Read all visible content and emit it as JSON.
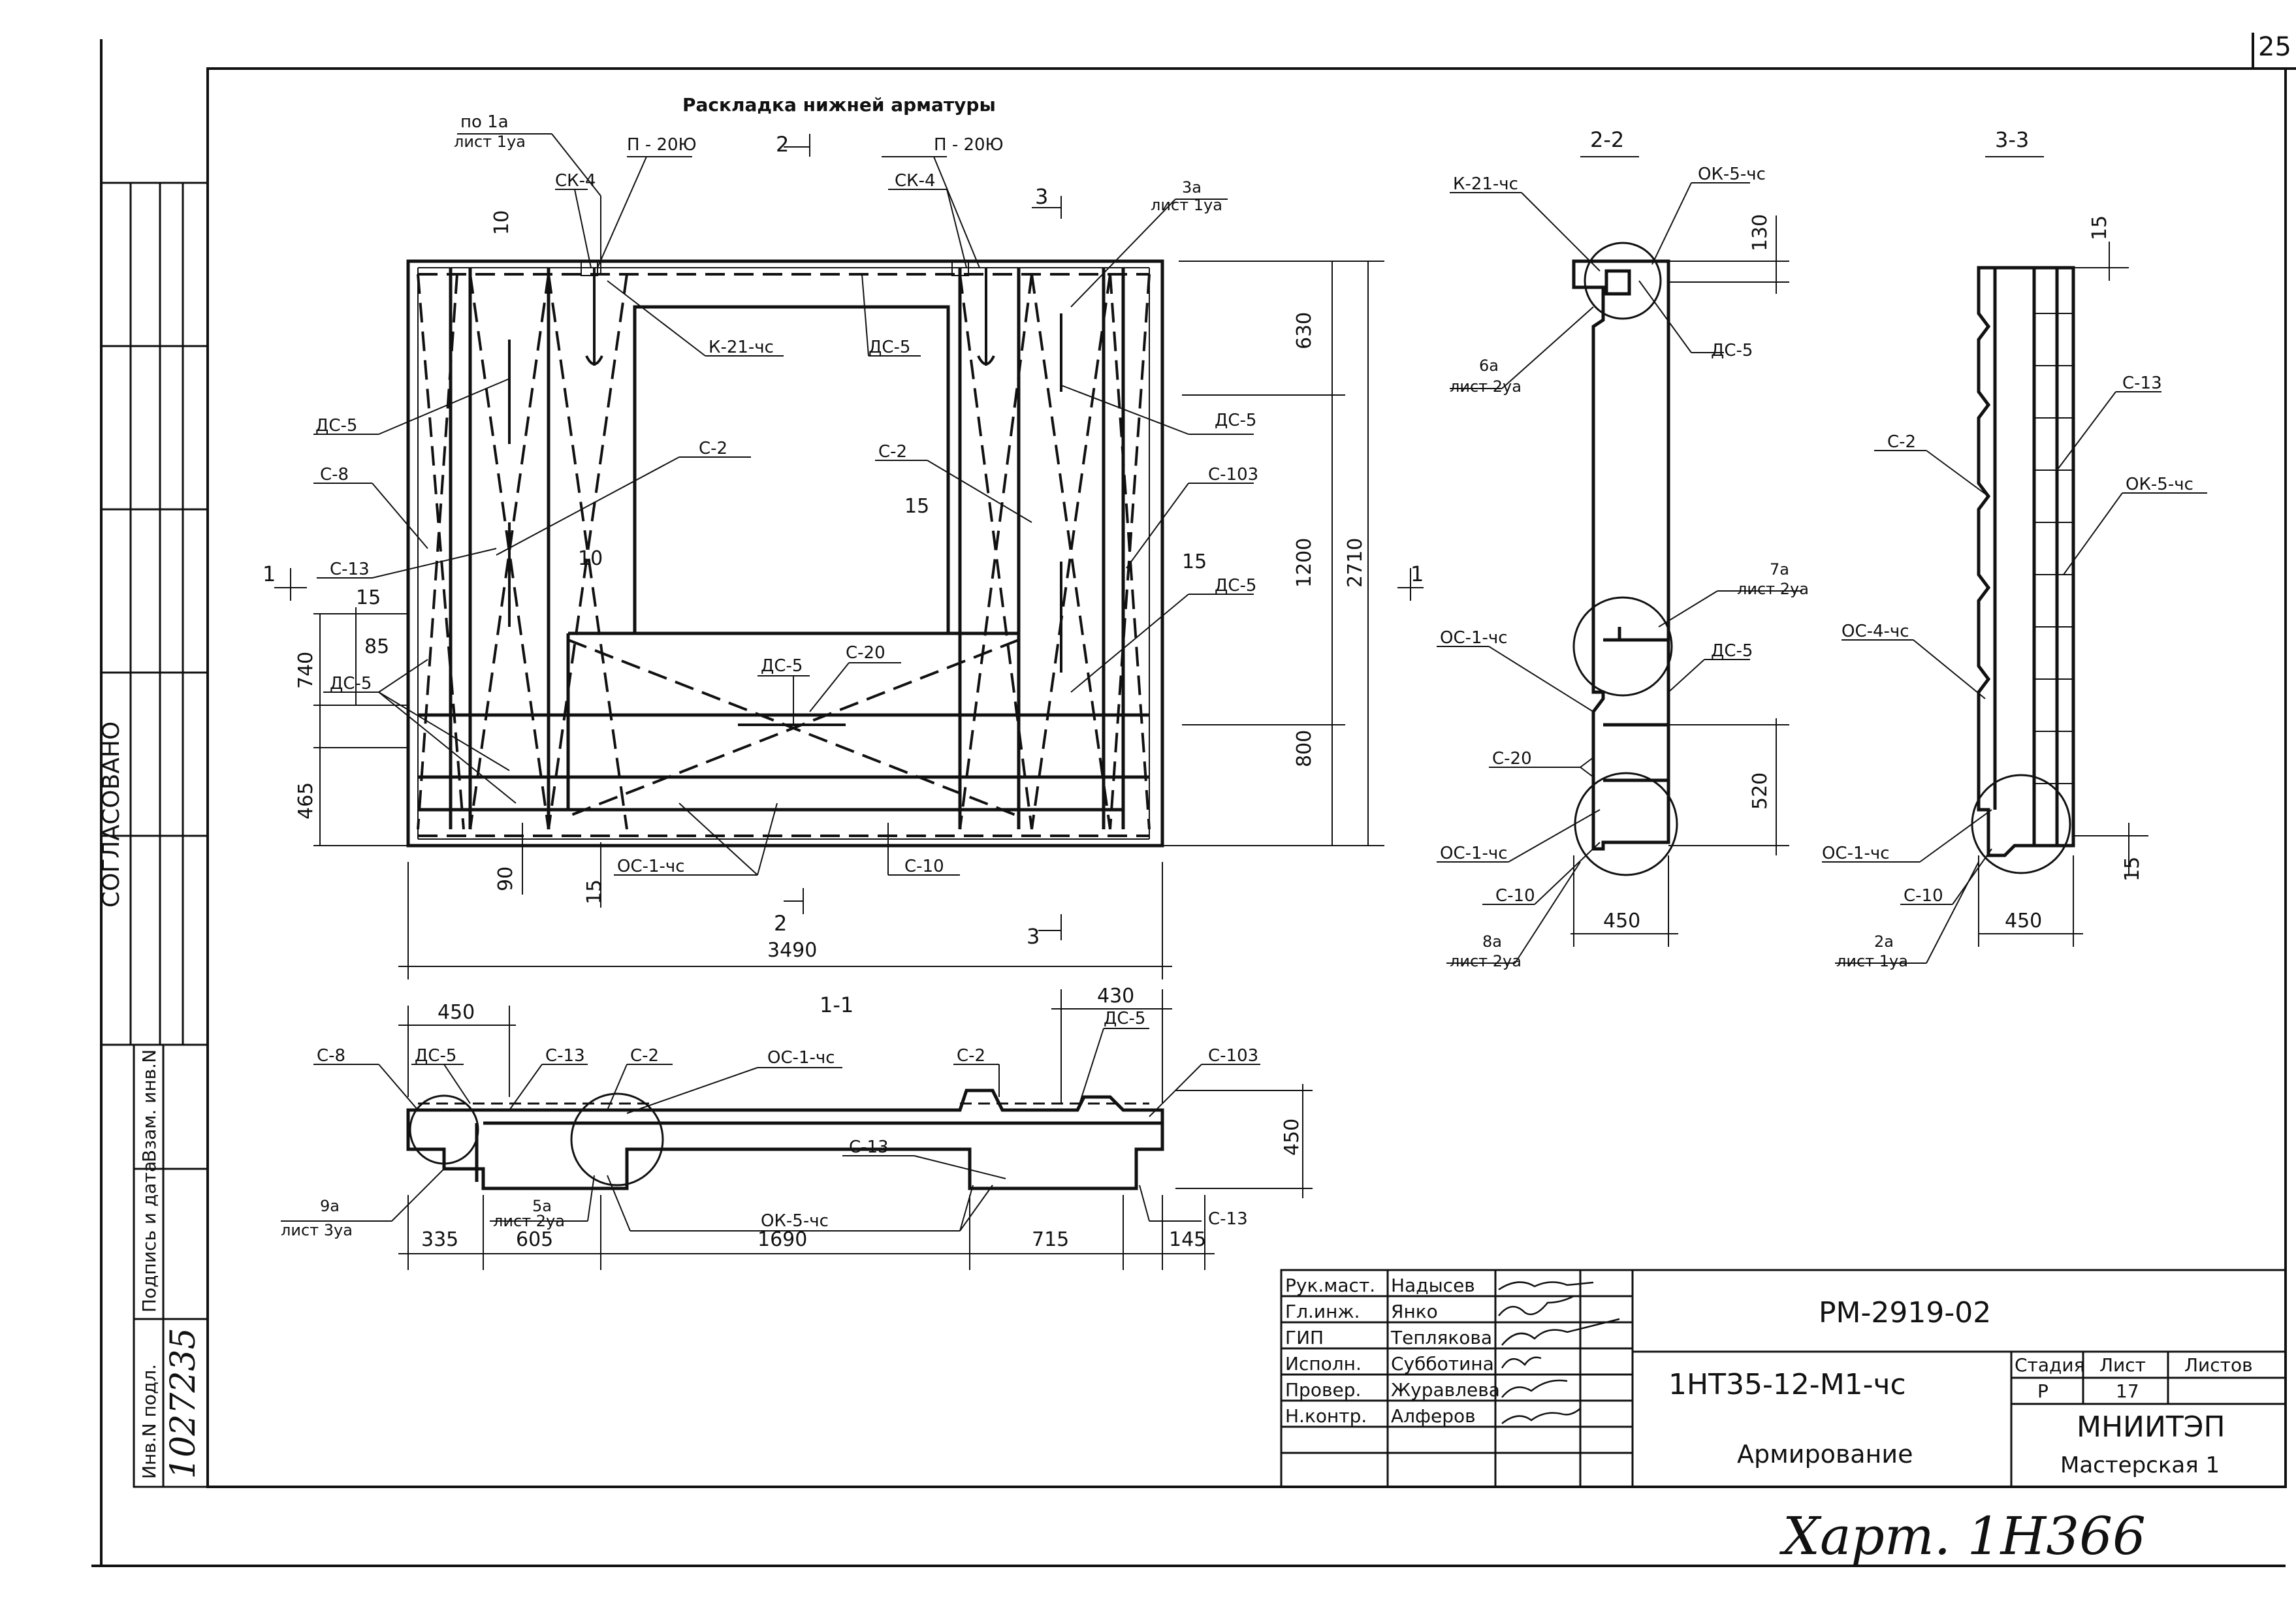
{
  "sheet": {
    "corner_number": "25",
    "approved_label": "СОГЛАСОВАНО",
    "handwritten_note": "Харт. 1Н366",
    "inventory_number": "1027235"
  },
  "left_stamp": {
    "inv_original": "Инв.N подл.",
    "sign_date": "Подпись и дата",
    "replace_inv": "Взам. инв.N"
  },
  "main_view": {
    "title": "Раскладка нижней арматуры",
    "labels": {
      "po_1a": "по 1а",
      "list_1ya_a": "лист 1уа",
      "p20_left": "П - 20Ю",
      "p20_right": "П - 20Ю",
      "ck4_left": "СК-4",
      "ck4_right": "СК-4",
      "sec2_top": "2",
      "sec3_top": "3",
      "a3": "3а",
      "list_1ya_b": "лист 1уа",
      "k21": "К-21-чс",
      "ds5_top": "ДС-5",
      "ds5_left": "ДС-5",
      "ds5_right": "ДС-5",
      "c8": "С-8",
      "c2_left": "С-2",
      "c2_right": "С-2",
      "c103": "С-103",
      "c13": "С-13",
      "ds5_right2": "ДС-5",
      "ds5_center": "ДС-5",
      "c20": "С-20",
      "ds5_left2": "ДС-5",
      "oc1": "ОС-1-чс",
      "c10": "С-10",
      "sec1_left": "1",
      "sec1_right": "1",
      "sec2_bot": "2",
      "sec3_bot": "3"
    },
    "dims": {
      "d10_top": "10",
      "d630": "630",
      "d1200": "1200",
      "d2710": "2710",
      "d800": "800",
      "d15_a": "15",
      "d15_b": "15",
      "d85": "85",
      "d15_c": "15",
      "d10_mid": "10",
      "d740": "740",
      "d465": "465",
      "d90": "90",
      "d15_d": "15",
      "d3490": "3490"
    }
  },
  "section_1_1": {
    "title": "1-1",
    "labels": {
      "c8": "С-8",
      "ds5": "ДС-5",
      "c13": "С-13",
      "c2": "С-2",
      "oc1": "ОС-1-чс",
      "c2_right": "С-2",
      "ds5_right": "ДС-5",
      "c103": "С-103",
      "c13_mid": "С-13",
      "ok5": "ОК-5-чс",
      "c13_right": "С-13",
      "a9": "9а",
      "list_3ya": "лист 3уа",
      "a5": "5а",
      "list_2ya": "лист 2уа"
    },
    "dims": {
      "d450_top": "450",
      "d430": "430",
      "d450_h": "450",
      "d335": "335",
      "d605": "605",
      "d1690": "1690",
      "d715": "715",
      "d145": "145"
    }
  },
  "section_2_2": {
    "title": "2-2",
    "labels": {
      "k21": "К-21-чс",
      "ok5": "ОК-5-чс",
      "ds5_a": "ДС-5",
      "a6": "6а",
      "list_2ya_a": "лист 2уа",
      "a7": "7а",
      "list_2ya_b": "лист 2уа",
      "oc1_a": "ОС-1-чс",
      "ds5_b": "ДС-5",
      "c20": "С-20",
      "oc1_b": "ОС-1-чс",
      "c10": "С-10",
      "a8": "8а",
      "list_2ya_c": "лист 2уа"
    },
    "dims": {
      "d130": "130",
      "d520": "520",
      "d450": "450"
    }
  },
  "section_3_3": {
    "title": "3-3",
    "labels": {
      "c13": "С-13",
      "c2": "С-2",
      "ok5": "ОК-5-чс",
      "oc4": "ОС-4-чс",
      "oc1": "ОС-1-чс",
      "c10": "С-10",
      "a2": "2а",
      "list_1ya": "лист 1уа"
    },
    "dims": {
      "d15_top": "15",
      "d15_bot": "15",
      "d450": "450"
    }
  },
  "title_block": {
    "document_code": "РМ-2919-02",
    "product_code": "1НТ35-12-М1-чс",
    "sheet_title": "Армирование",
    "organization": "МНИИТЭП",
    "workshop": "Мастерская 1",
    "stage_header": "Стадия",
    "sheet_header": "Лист",
    "sheets_header": "Листов",
    "stage": "Р",
    "sheet": "17",
    "sheets": "",
    "roles": [
      {
        "role": "Рук.маст.",
        "name": "Надысев"
      },
      {
        "role": "Гл.инж.",
        "name": "Янко"
      },
      {
        "role": "ГИП",
        "name": "Теплякова"
      },
      {
        "role": "Исполн.",
        "name": "Субботина"
      },
      {
        "role": "Провер.",
        "name": "Журавлева"
      },
      {
        "role": "Н.контр.",
        "name": "Алферов"
      }
    ]
  }
}
